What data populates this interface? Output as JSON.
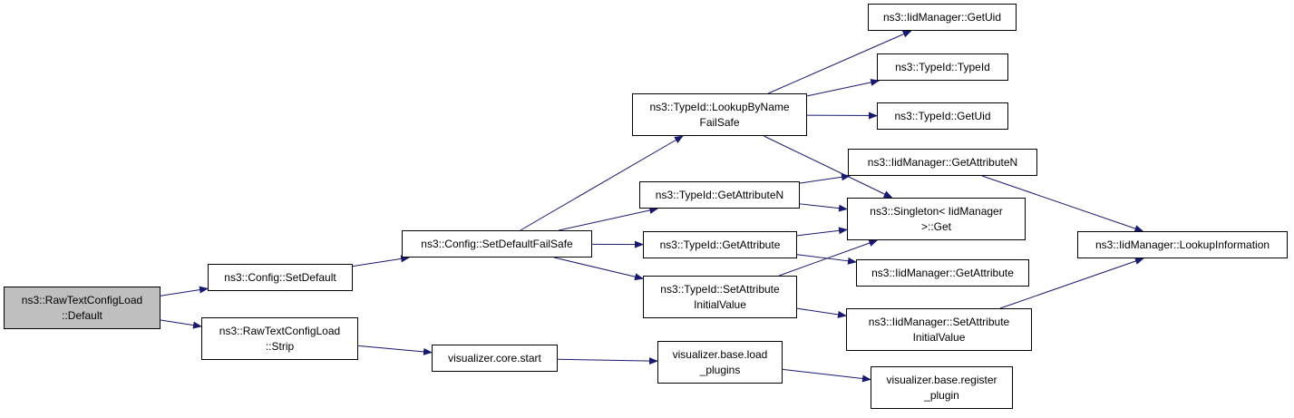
{
  "colors": {
    "edge": "#191970",
    "node_border": "#000000",
    "node_fill": "#ffffff",
    "root_fill": "#bfbfbf"
  },
  "nodes": [
    {
      "id": "raw-default",
      "lines": [
        "ns3::RawTextConfigLoad",
        "::Default"
      ],
      "root": true
    },
    {
      "id": "config-setdefault",
      "lines": [
        "ns3::Config::SetDefault"
      ]
    },
    {
      "id": "raw-strip",
      "lines": [
        "ns3::RawTextConfigLoad",
        "::Strip"
      ]
    },
    {
      "id": "config-setdefaultfailsafe",
      "lines": [
        "ns3::Config::SetDefaultFailSafe"
      ]
    },
    {
      "id": "viz-core-start",
      "lines": [
        "visualizer.core.start"
      ]
    },
    {
      "id": "typeid-lookupbyname",
      "lines": [
        "ns3::TypeId::LookupByName",
        "FailSafe"
      ]
    },
    {
      "id": "typeid-getattributen",
      "lines": [
        "ns3::TypeId::GetAttributeN"
      ]
    },
    {
      "id": "typeid-getattribute",
      "lines": [
        "ns3::TypeId::GetAttribute"
      ]
    },
    {
      "id": "typeid-setattrinit",
      "lines": [
        "ns3::TypeId::SetAttribute",
        "InitialValue"
      ]
    },
    {
      "id": "viz-base-loadplugins",
      "lines": [
        "visualizer.base.load",
        "_plugins"
      ]
    },
    {
      "id": "iid-getuid",
      "lines": [
        "ns3::IidManager::GetUid"
      ]
    },
    {
      "id": "typeid-typeid",
      "lines": [
        "ns3::TypeId::TypeId"
      ]
    },
    {
      "id": "typeid-getuid",
      "lines": [
        "ns3::TypeId::GetUid"
      ]
    },
    {
      "id": "iid-getattributen",
      "lines": [
        "ns3::IidManager::GetAttributeN"
      ]
    },
    {
      "id": "singleton-get",
      "lines": [
        "ns3::Singleton< IidManager",
        " >::Get"
      ]
    },
    {
      "id": "iid-getattribute",
      "lines": [
        "ns3::IidManager::GetAttribute"
      ]
    },
    {
      "id": "iid-setattrinit",
      "lines": [
        "ns3::IidManager::SetAttribute",
        "InitialValue"
      ]
    },
    {
      "id": "viz-base-registerplugin",
      "lines": [
        "visualizer.base.register",
        "_plugin"
      ]
    },
    {
      "id": "iid-lookupinfo",
      "lines": [
        "ns3::IidManager::LookupInformation"
      ]
    }
  ],
  "edges": [
    [
      "raw-default",
      "config-setdefault"
    ],
    [
      "raw-default",
      "raw-strip"
    ],
    [
      "config-setdefault",
      "config-setdefaultfailsafe"
    ],
    [
      "raw-strip",
      "viz-core-start"
    ],
    [
      "config-setdefaultfailsafe",
      "typeid-lookupbyname"
    ],
    [
      "config-setdefaultfailsafe",
      "typeid-getattributen"
    ],
    [
      "config-setdefaultfailsafe",
      "typeid-getattribute"
    ],
    [
      "config-setdefaultfailsafe",
      "typeid-setattrinit"
    ],
    [
      "viz-core-start",
      "viz-base-loadplugins"
    ],
    [
      "typeid-lookupbyname",
      "iid-getuid"
    ],
    [
      "typeid-lookupbyname",
      "typeid-typeid"
    ],
    [
      "typeid-lookupbyname",
      "typeid-getuid"
    ],
    [
      "typeid-lookupbyname",
      "singleton-get"
    ],
    [
      "typeid-getattributen",
      "iid-getattributen"
    ],
    [
      "typeid-getattributen",
      "singleton-get"
    ],
    [
      "typeid-getattribute",
      "singleton-get"
    ],
    [
      "typeid-getattribute",
      "iid-getattribute"
    ],
    [
      "typeid-setattrinit",
      "singleton-get"
    ],
    [
      "typeid-setattrinit",
      "iid-setattrinit"
    ],
    [
      "viz-base-loadplugins",
      "viz-base-registerplugin"
    ],
    [
      "iid-getattributen",
      "iid-lookupinfo"
    ],
    [
      "iid-setattrinit",
      "iid-lookupinfo"
    ]
  ]
}
